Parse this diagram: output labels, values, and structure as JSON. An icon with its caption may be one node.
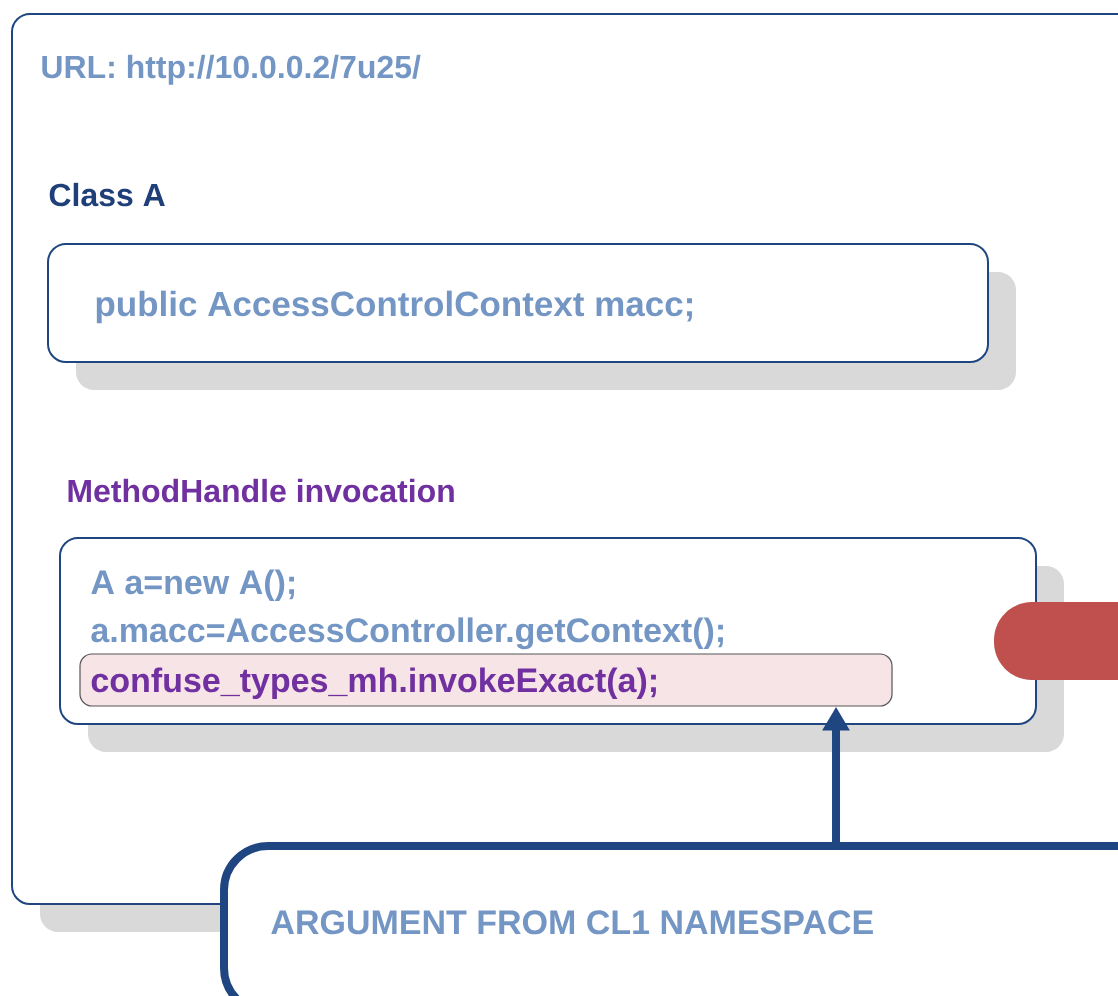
{
  "diagram": {
    "nodes": [
      {
        "text": [
          "URL: http://10.0.0.2/7u25/"
        ]
      },
      {
        "text": [
          "Class A",
          "public AccessControlContext macc;"
        ],
        "in": 0
      },
      {
        "text": [
          "MethodHandle invocation",
          "A a=new A();",
          "a.macc=AccessController.getContext();"
        ],
        "in": 0
      },
      {
        "text": [
          "confuse_types_mh.invokeExact(a);"
        ],
        "in": 2
      },
      {
        "text": [
          "ARGUMENT FROM CL1 NAMESPACE"
        ]
      },
      {
        "text": [],
        "shape": "bar",
        "in": 0
      }
    ],
    "edges": [
      {
        "from": 4,
        "to": 3,
        "arrow": "to"
      }
    ]
  }
}
